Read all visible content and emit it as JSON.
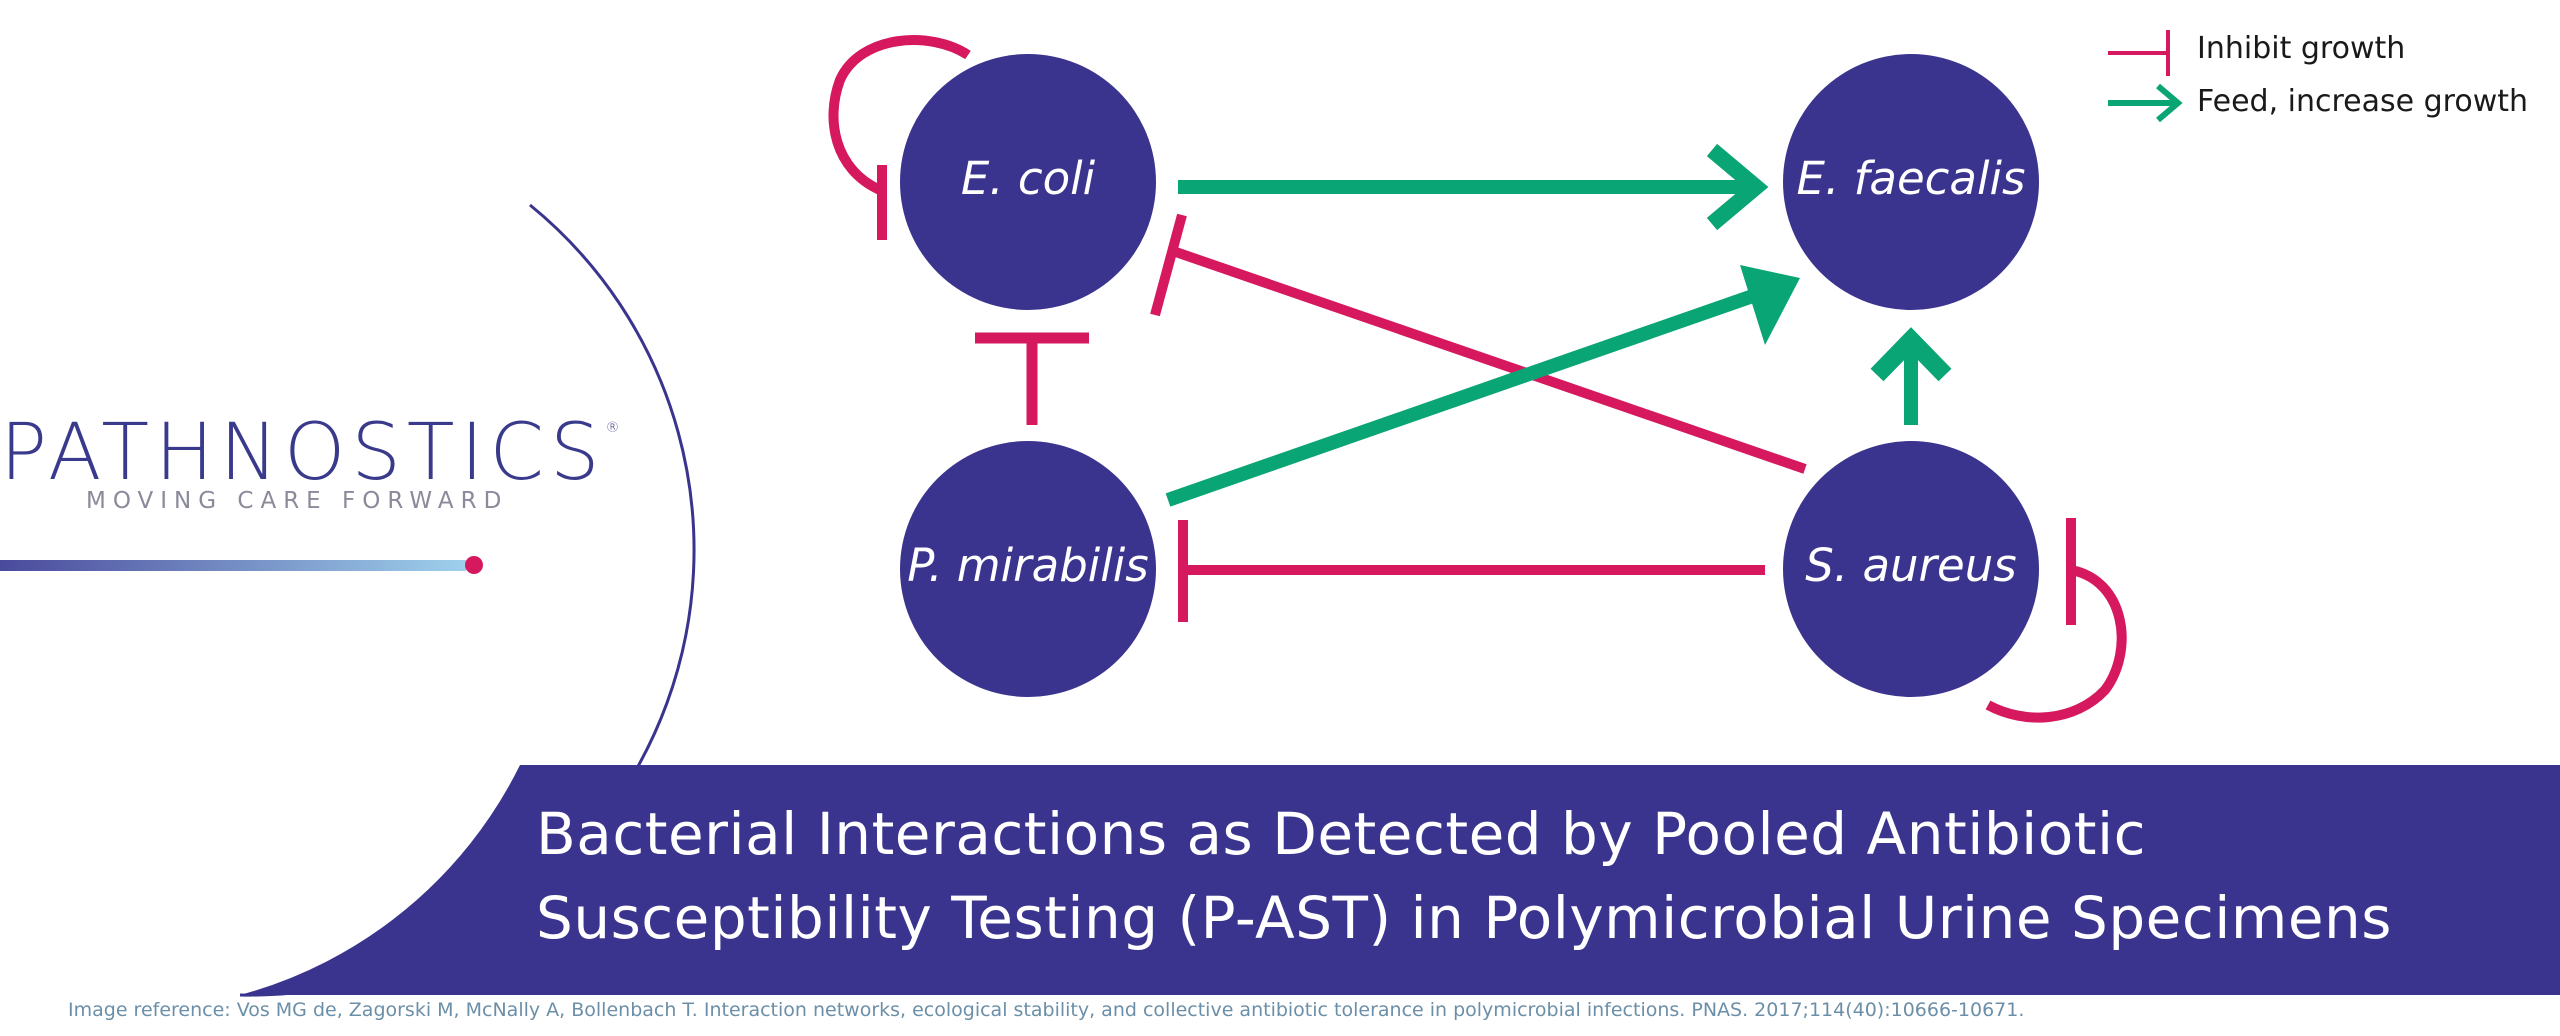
{
  "brand": {
    "logo_text": "PATHNOSTICS",
    "registered_mark": "®",
    "tagline": "MOVING CARE FORWARD"
  },
  "legend": {
    "inhibit_label": "Inhibit growth",
    "feed_label": "Feed, increase growth"
  },
  "nodes": {
    "ecoli": "E. coli",
    "efaecalis": "E. faecalis",
    "pmirabilis": "P. mirabilis",
    "saureus": "S. aureus"
  },
  "title": {
    "line1": "Bacterial Interactions as Detected by Pooled Antibiotic",
    "line2": "Susceptibility Testing (P-AST) in Polymicrobial Urine Specimens"
  },
  "reference": "Image reference: Vos MG de, Zagorski M, McNally A, Bollenbach T. Interaction networks, ecological stability, and collective antibiotic tolerance in polymicrobial infections. PNAS. 2017;114(40):10666-10671.",
  "colors": {
    "node_fill": "#3a348e",
    "inhibit": "#d6195e",
    "feed": "#0aa574",
    "banner": "#3a348e"
  }
}
